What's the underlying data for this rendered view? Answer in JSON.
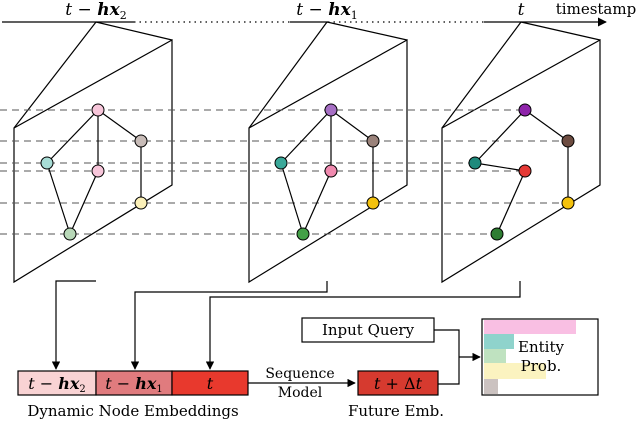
{
  "timeline": {
    "label_t_minus_hx2": {
      "t": "t",
      "minus": " − ",
      "h": "h",
      "x": "x",
      "sub": "2"
    },
    "label_t_minus_hx1": {
      "t": "t",
      "minus": " − ",
      "h": "h",
      "x": "x",
      "sub": "1"
    },
    "label_t": "t",
    "axis_label": "timestamp"
  },
  "embedding_bar": {
    "segments": [
      {
        "t": "t",
        "minus": " − ",
        "h": "h",
        "x": "x",
        "sub": "2",
        "color": "#f9d3d4"
      },
      {
        "t": "t",
        "minus": " − ",
        "h": "h",
        "x": "x",
        "sub": "1",
        "color": "#e07b7e"
      },
      {
        "t": "t",
        "color": "#e8392d"
      }
    ],
    "caption": "Dynamic Node Embeddings"
  },
  "sequence_model": {
    "line1": "Sequence",
    "line2": "Model"
  },
  "future": {
    "t": "t",
    "plus": " + ",
    "delta": "Δ",
    "dt": "t",
    "caption": "Future Emb.",
    "color": "#d63a2f"
  },
  "input_query": "Input Query",
  "entity_prob": {
    "line1": "Entity",
    "line2": "Prob."
  },
  "colors": {
    "pink": "#f5a9c8",
    "teal": "#2a9d8f",
    "purple": "#8e44ad",
    "brown": "#795548",
    "red": "#e53935",
    "yellow": "#f4c20d",
    "green": "#2e7d32"
  }
}
